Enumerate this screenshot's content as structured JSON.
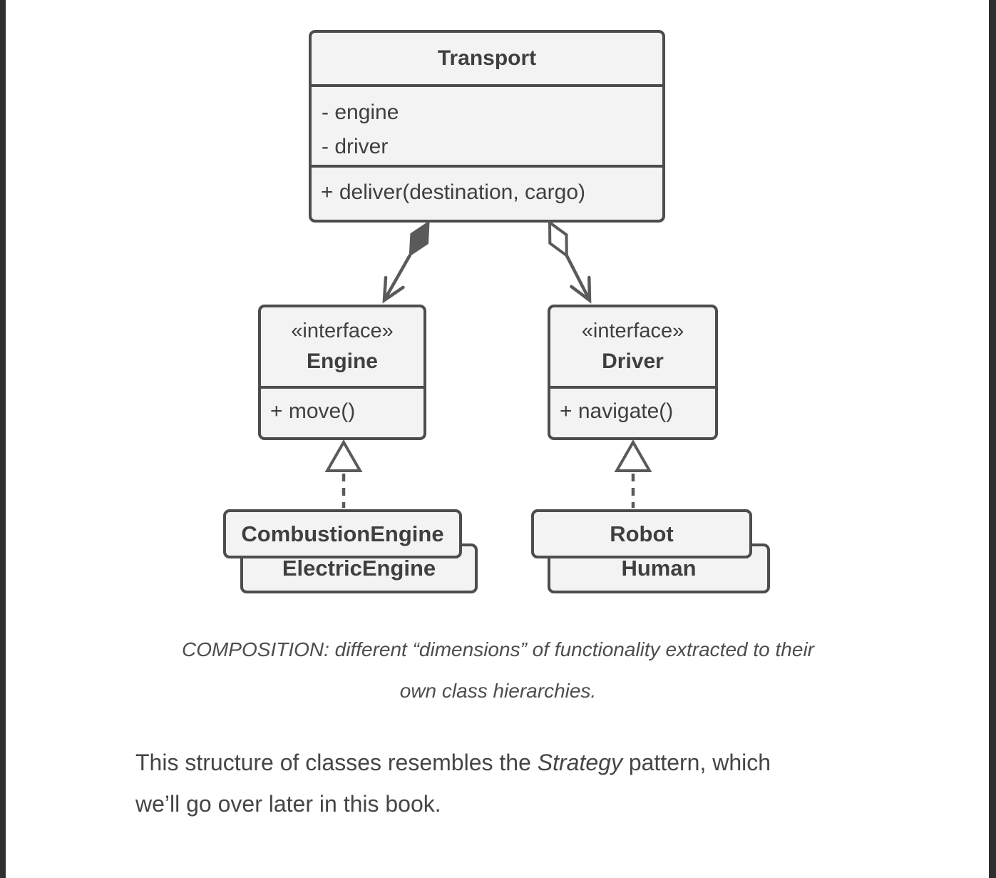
{
  "theme": {
    "page_bg": "#ffffff",
    "edge_bar": "#2f2f2f",
    "box_fill": "#f3f3f3",
    "box_border": "#4d4d4d",
    "box_text": "#3f3f3f",
    "connector": "#5a5a5a",
    "caption_text": "#4d4d4d",
    "body_text": "#454545"
  },
  "diagram": {
    "classes": {
      "transport": {
        "name": "Transport",
        "fields": [
          "- engine",
          "- driver"
        ],
        "methods": [
          "+ deliver(destination, cargo)"
        ]
      },
      "engine": {
        "stereotype": "«interface»",
        "name": "Engine",
        "methods": [
          "+ move()"
        ]
      },
      "driver": {
        "stereotype": "«interface»",
        "name": "Driver",
        "methods": [
          "+ navigate()"
        ]
      },
      "combustion_engine": {
        "name": "CombustionEngine"
      },
      "electric_engine": {
        "name": "ElectricEngine"
      },
      "robot": {
        "name": "Robot"
      },
      "human": {
        "name": "Human"
      }
    },
    "relations": [
      {
        "type": "composition",
        "from": "Transport",
        "to": "Engine"
      },
      {
        "type": "aggregation",
        "from": "Transport",
        "to": "Driver"
      },
      {
        "type": "realization",
        "from": "CombustionEngine",
        "to": "Engine"
      },
      {
        "type": "realization",
        "from": "Robot",
        "to": "Driver"
      }
    ]
  },
  "caption": {
    "text": "COMPOSITION: different “dimensions” of functionality extracted to their\nown class hierarchies."
  },
  "paragraph": {
    "before_italic": "This structure of classes resembles the ",
    "italic": "Strategy",
    "after_italic": " pattern, which\nwe’ll go over later in this book."
  }
}
